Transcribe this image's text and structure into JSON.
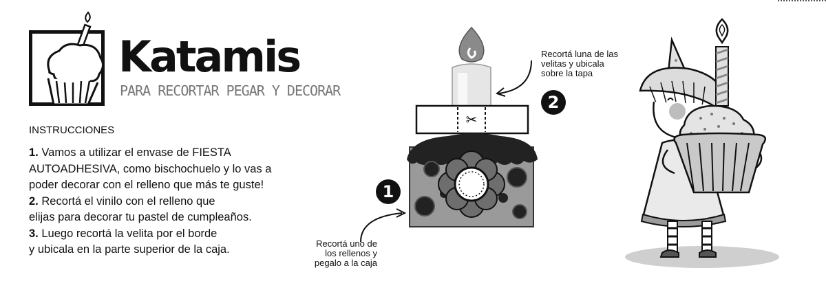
{
  "brand": {
    "name": "Katamis",
    "tagline": "PARA RECORTAR PEGAR Y DECORAR"
  },
  "instructions": {
    "heading": "INSTRUCCIONES",
    "steps": [
      {
        "num": "1.",
        "lines": [
          "Vamos a utilizar el envase de FIESTA",
          "AUTOADHESIVA, como bischochuelo y lo vas a",
          "poder decorar con el relleno que más te guste!"
        ]
      },
      {
        "num": "2.",
        "lines": [
          "Recortá el vinilo con el relleno que",
          "elijas para decorar tu pastel de cumpleaños."
        ]
      },
      {
        "num": "3.",
        "lines": [
          "Luego recortá la velita por el borde",
          "y ubicala en la parte superior de la caja."
        ]
      }
    ]
  },
  "diagram": {
    "badge1": "1",
    "badge2": "2",
    "caption1": [
      "Recortá uno de",
      "los rellenos y",
      "pegalo a la caja"
    ],
    "caption2": [
      "Recortá luna de las",
      "velitas y ubicala",
      "sobre la tapa"
    ]
  }
}
